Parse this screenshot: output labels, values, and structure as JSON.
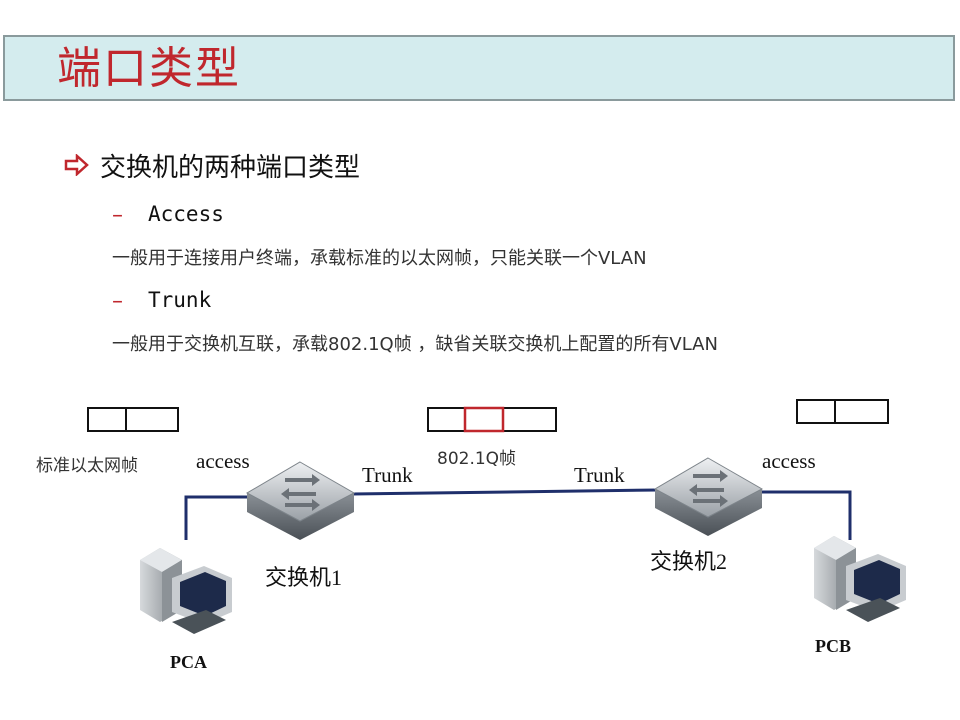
{
  "title": "端口类型",
  "heading": "交换机的两种端口类型",
  "items": [
    {
      "dash": "–",
      "name": "Access",
      "description": "一般用于连接用户终端，承载标准的以太网帧，只能关联一个VLAN"
    },
    {
      "dash": "–",
      "name": "Trunk",
      "description": "一般用于交换机互联，承载802.1Q帧 ，缺省关联交换机上配置的所有VLAN"
    }
  ],
  "diagram": {
    "frame_standard_label": "标准以太网帧",
    "frame_8021q_label": "802.1Q帧",
    "port_left_access": "access",
    "port_left_trunk": "Trunk",
    "port_right_trunk": "Trunk",
    "port_right_access": "access",
    "switch1_label": "交换机1",
    "switch2_label": "交换机2",
    "pca_label": "PCA",
    "pcb_label": "PCB"
  },
  "colors": {
    "title": "#c0272d",
    "title_bar_bg": "#d4ecee",
    "link_line": "#1f2f6b",
    "vlan_tag": "#c0272d"
  }
}
